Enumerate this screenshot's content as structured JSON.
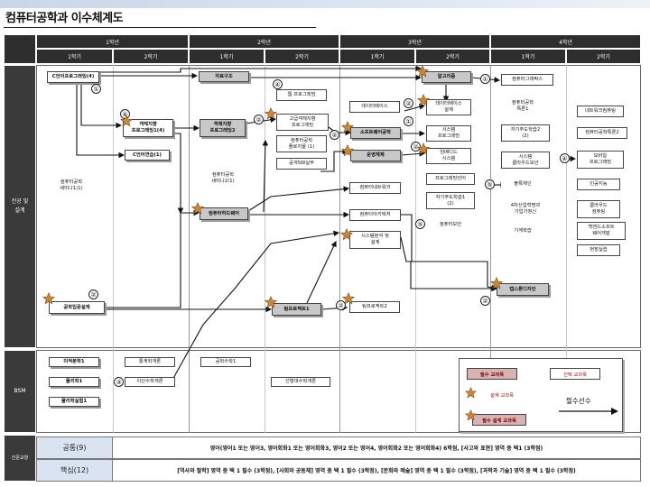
{
  "title": "컴퓨터공학과 이수체계도",
  "years": [
    "1학년",
    "2학년",
    "3학년",
    "4학년"
  ],
  "semesters": [
    "1학기",
    "2학기",
    "1학기",
    "2학기",
    "1학기",
    "2학기",
    "1학기",
    "2학기"
  ],
  "rows": {
    "major": "전공 및\n설계",
    "bsm": "BSM",
    "liberal": "인문교양"
  },
  "courses": {
    "c_prog": "C언어프로그래밍(4)",
    "oop1": "객체지향\n프로그래밍1(4)",
    "c_practice": "C언어연습(1)",
    "seminar1": "컴퓨터공학\n세미나1(1)",
    "intro_design": "공학입문설계",
    "data_struct": "자료구조",
    "oop2": "객체지향\n프로그래밍2",
    "seminar2": "컴퓨터공학\n세미나2(1)",
    "hw": "컴퓨터하드웨어",
    "web": "웹 프로그래밍",
    "adv_oop": "고급객체지향\n프로그래밍",
    "cs_theory": "컴퓨터공학\n플로지을 (1)",
    "sw_practice": "공개SW실무",
    "team1": "팀프로젝트1",
    "db": "데이터베이스",
    "se": "소프트웨어공학",
    "os": "운영체제",
    "network": "컴퓨터네트워크",
    "arch": "컴퓨터아키텍처",
    "sys_analysis": "시스템분석 및\n설계",
    "team2": "팀프로젝트2",
    "algo": "알고리즘",
    "db_design": "데이터베이스\n설계",
    "sys_prog": "시스템\n프로그래밍",
    "embedded": "임베디드\n시스템",
    "prog_lang": "프로그래밍언어",
    "self_study": "자기주도학습1\n(2)",
    "security": "컴퓨터보안",
    "graphics": "컴퓨터그래픽스",
    "cs_topics1": "컴퓨터공학\n특론1",
    "self_study2": "자기주도학습2\n(2)",
    "sys_cloud": "시스템\n클라우드보안",
    "blockchain": "블록체인",
    "industry": "4차산업혁명과\n기업가정신",
    "ml": "기계학습",
    "capstone": "캡스톤디자인",
    "net_prog": "네트워크컴퓨팅",
    "cs_topics2": "컴퓨터공학특론2",
    "mobile": "모바일\n프로그래밍",
    "ai": "인공지능",
    "cloud": "클라우드\n컴퓨팅",
    "backend": "백엔드소프트\n웨어개발",
    "field": "현장실습",
    "discrete": "미적분학1",
    "physics1": "물리학1",
    "physics_lab": "물리학실험1",
    "stats": "통계학개론",
    "discrete_math": "이산수학개론",
    "eng_math": "공학수학1",
    "linear": "선형대수학개론"
  },
  "circle_nums": {
    "n1": "①",
    "n2": "②",
    "n3": "③",
    "n4": "④",
    "n5": "⑤"
  },
  "liberal": {
    "common_label": "공통(9)",
    "common_text": "영어(영어1 또는 영어3, 영어회화1 또는 영어회화3, 영어2 또는 영어4, 영어회화2 또는 영어회화4) 6학점, [사고와 표현] 영역 중 택1 (3학점)",
    "core_label": "핵심(12)",
    "core_text": "[역사와 철학] 영역 중 택 1 필수 (3학점), [사회와 공동체] 영역 중 택 1 필수 (3학점), [문화와 예술] 영역 중 택 1 필수 (3학점), [과학과 기술] 영역 중 택 1 필수 (3학점)"
  },
  "legend": {
    "required": "필수 교과목",
    "elective": "선택 교과목",
    "design": "설계 교과목",
    "req_design": "필수 설계 교과목",
    "prereq": "필수선수"
  },
  "colors": {
    "header": "#2e2e2e",
    "liberal_label": "#d9e3f2",
    "star": "#c8873a",
    "required_fill": "#d9b3b3"
  }
}
